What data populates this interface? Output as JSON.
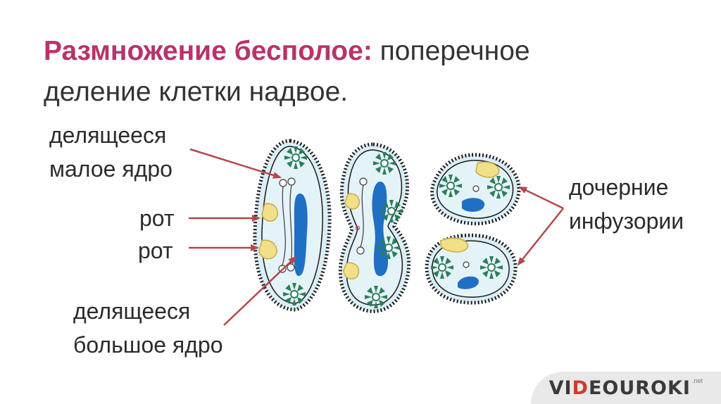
{
  "title": {
    "highlight": "Размножение бесполое",
    "colon": ":",
    "rest_line1": " поперечное",
    "line2": "деление клетки надвое."
  },
  "labels": {
    "dividing_small_nucleus": [
      "делящееся",
      "малое ядро"
    ],
    "mouth_1": "рот",
    "mouth_2": "рот",
    "dividing_large_nucleus": [
      "делящееся",
      "большое ядро"
    ],
    "daughter_ciliates": [
      "дочерние",
      "инфузории"
    ]
  },
  "watermark": {
    "part1": "VI",
    "accent": "D",
    "part2": "EOUROKI",
    "suffix": ".net"
  },
  "colors": {
    "highlight": "#b8336a",
    "text": "#2b2b2b",
    "arrow": "#b5474b",
    "cell_fill": "#dbeef5",
    "cell_outline": "#1a1a1a",
    "nucleus": "#1f6fc4",
    "mouth": "#f2e088",
    "vacuole": "#2e7d5b"
  }
}
